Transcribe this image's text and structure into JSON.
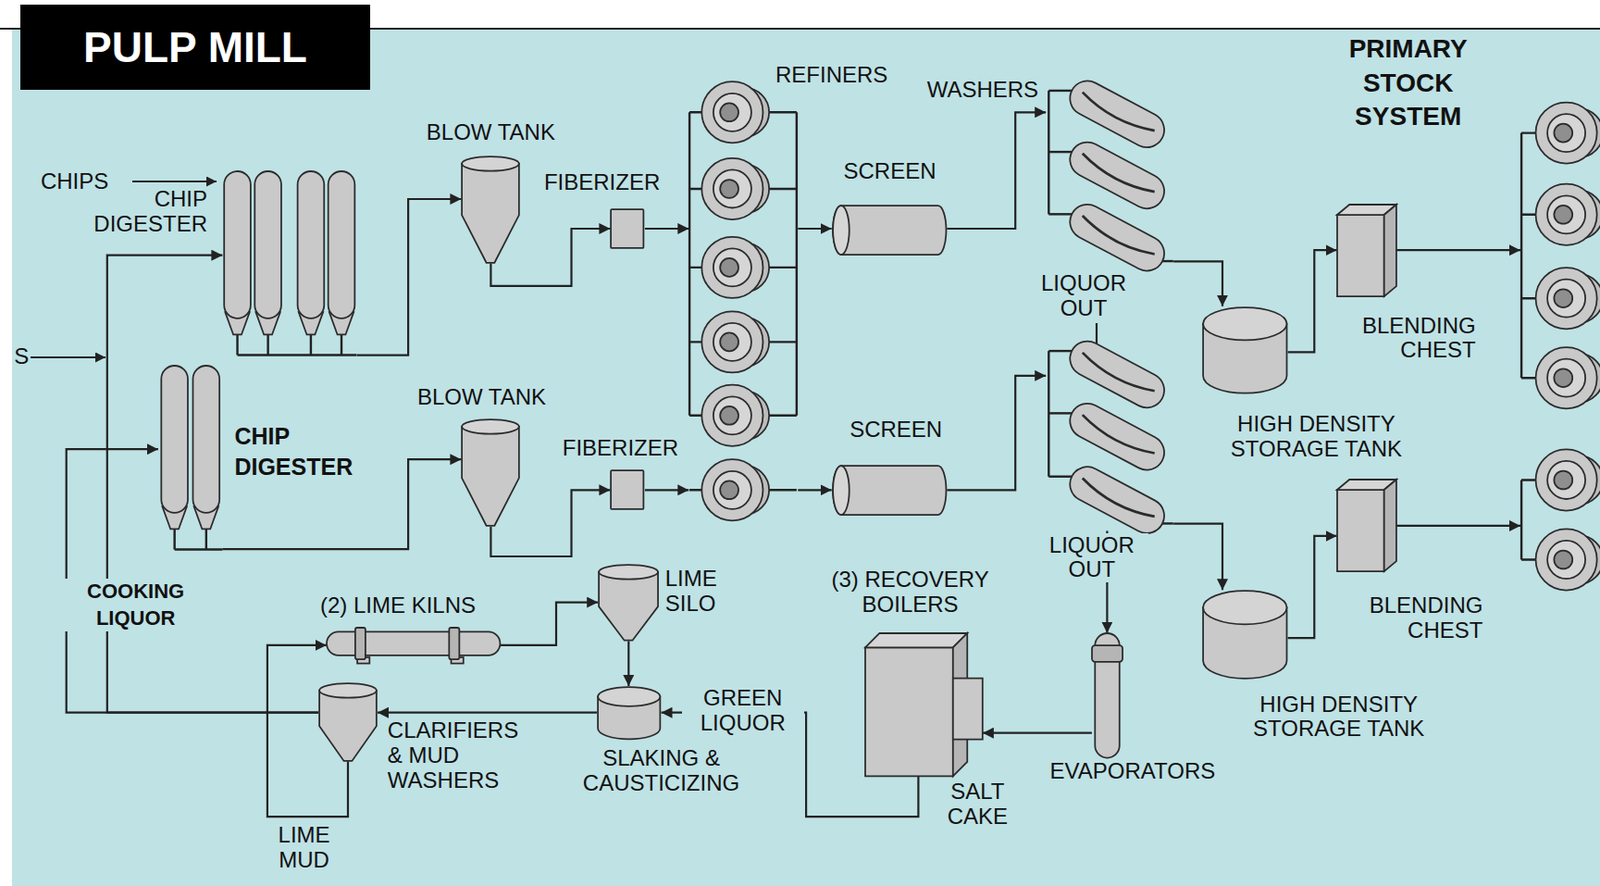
{
  "diagram": {
    "title": "PULP MILL",
    "nodes": [
      {
        "text": [
          "CHIP DIGESTER"
        ]
      },
      {
        "text": [
          "BLOW TANK"
        ]
      },
      {
        "text": [
          "FIBERIZER"
        ]
      },
      {
        "text": [
          "REFINERS"
        ]
      },
      {
        "text": [
          "SCREEN"
        ]
      },
      {
        "text": [
          "WASHERS"
        ]
      },
      {
        "text": [
          "HIGH DENSITY STORAGE TANK"
        ]
      },
      {
        "text": [
          "BLENDING CHEST"
        ]
      },
      {
        "text": [
          "PRIMARY STOCK SYSTEM"
        ]
      },
      {
        "text": [
          "CHIP DIGESTER"
        ]
      },
      {
        "text": [
          "BLOW TANK"
        ]
      },
      {
        "text": [
          "FIBERIZER"
        ]
      },
      {
        "text": [
          "SCREEN"
        ]
      },
      {
        "text": [
          "HIGH DENSITY STORAGE TANK"
        ]
      },
      {
        "text": [
          "BLENDING CHEST"
        ]
      },
      {
        "text": [
          "(2) LIME KILNS"
        ]
      },
      {
        "text": [
          "LIME SILO"
        ]
      },
      {
        "text": [
          "SLAKING & CAUSTICIZING"
        ]
      },
      {
        "text": [
          "CLARIFIERS & MUD WASHERS"
        ]
      },
      {
        "text": [
          "(3) RECOVERY BOILERS"
        ]
      },
      {
        "text": [
          "EVAPORATORS"
        ]
      }
    ],
    "edges": [
      {
        "from": 0,
        "to": 1,
        "arrow": "to"
      },
      {
        "from": 1,
        "to": 2,
        "arrow": "to"
      },
      {
        "from": 2,
        "to": 3,
        "arrow": "to"
      },
      {
        "from": 3,
        "to": 4,
        "arrow": "to"
      },
      {
        "from": 4,
        "to": 5,
        "arrow": "to"
      },
      {
        "from": 5,
        "to": 6,
        "arrow": "to"
      },
      {
        "from": 6,
        "to": 7,
        "arrow": "to"
      },
      {
        "from": 7,
        "to": 8,
        "arrow": "to"
      },
      {
        "from": 9,
        "to": 10,
        "arrow": "to"
      },
      {
        "from": 10,
        "to": 11,
        "arrow": "to"
      },
      {
        "from": 11,
        "to": 3,
        "arrow": "to"
      },
      {
        "from": 3,
        "to": 12,
        "arrow": "to"
      },
      {
        "from": 12,
        "to": 5,
        "arrow": "to"
      },
      {
        "from": 5,
        "to": 13,
        "arrow": "to"
      },
      {
        "from": 13,
        "to": 14,
        "arrow": "to"
      },
      {
        "from": 14,
        "to": 8,
        "arrow": "to"
      },
      {
        "from": 18,
        "to": 0,
        "arrow": "to"
      },
      {
        "from": 18,
        "to": 9,
        "arrow": "to"
      },
      {
        "from": 5,
        "to": 20,
        "arrow": "to"
      },
      {
        "from": 20,
        "to": 19,
        "arrow": "to"
      },
      {
        "from": 19,
        "to": 17,
        "label": "GREEN LIQUOR",
        "arrow": "to"
      },
      {
        "from": 16,
        "to": 17,
        "arrow": "to"
      },
      {
        "from": 17,
        "to": 18,
        "arrow": "to"
      },
      {
        "from": 18,
        "to": 15,
        "label": "LIME MUD",
        "arrow": "to"
      },
      {
        "from": 15,
        "to": 16,
        "arrow": "to"
      }
    ],
    "labels": [
      "CHIPS",
      "S",
      "LIQUOR OUT",
      "LIQUOR OUT",
      "COOKING LIQUOR",
      "SALT CAKE"
    ]
  }
}
